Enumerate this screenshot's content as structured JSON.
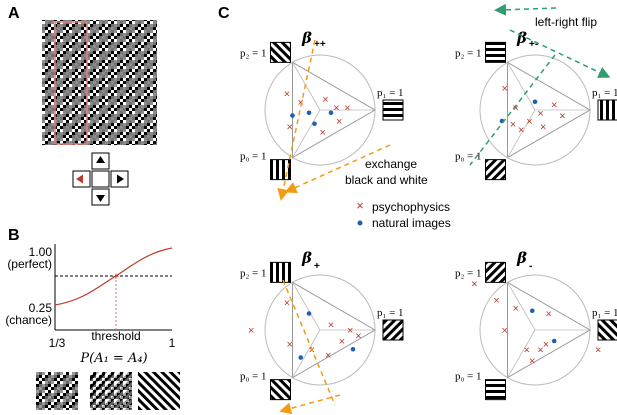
{
  "panel_labels": {
    "a": "A",
    "b": "B",
    "c": "C"
  },
  "panel_b": {
    "y_top_value": "1.00",
    "y_top_note": "(perfect)",
    "y_bottom_value": "0.25",
    "y_bottom_note": "(chance)",
    "threshold_label": "threshold",
    "x_left": "1/3",
    "x_right": "1",
    "x_axis_label": "P(A₁ = A₄)",
    "curve_color": "#c0392b"
  },
  "panel_c": {
    "corner_labels": {
      "p2": "p₂ = 1",
      "p1": "p₁ = 1",
      "p0": "p₀ = 1"
    },
    "plots": [
      {
        "beta": "β",
        "sub": "++"
      },
      {
        "beta": "β",
        "sub": "+-"
      },
      {
        "beta": "β",
        "sub": "+"
      },
      {
        "beta": "β",
        "sub": "-"
      }
    ],
    "annot_exchange": [
      "exchange",
      "black and white"
    ],
    "annot_flip": "left-right flip",
    "legend": [
      {
        "marker": "x",
        "label": "psychophysics",
        "color": "#c0392b"
      },
      {
        "marker": "dot",
        "label": "natural images",
        "color": "#1f5fb0"
      }
    ],
    "colors": {
      "exchange": "#f39c12",
      "flip": "#2e9e6f",
      "triangle": "#999999",
      "circle": "#bbbbbb"
    }
  }
}
